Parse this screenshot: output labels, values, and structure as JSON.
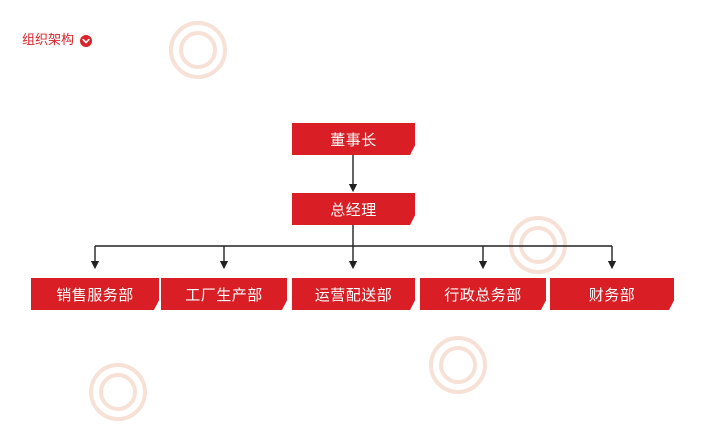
{
  "header": {
    "title": "组织架构",
    "icon": "chevron-down-circle-icon"
  },
  "colors": {
    "accent": "#d9232b",
    "node_fill": "#d91f25",
    "connector": "#222222"
  },
  "org": {
    "root": "董事长",
    "manager": "总经理",
    "departments": [
      "销售服务部",
      "工厂生产部",
      "运营配送部",
      "行政总务部",
      "财务部"
    ]
  }
}
